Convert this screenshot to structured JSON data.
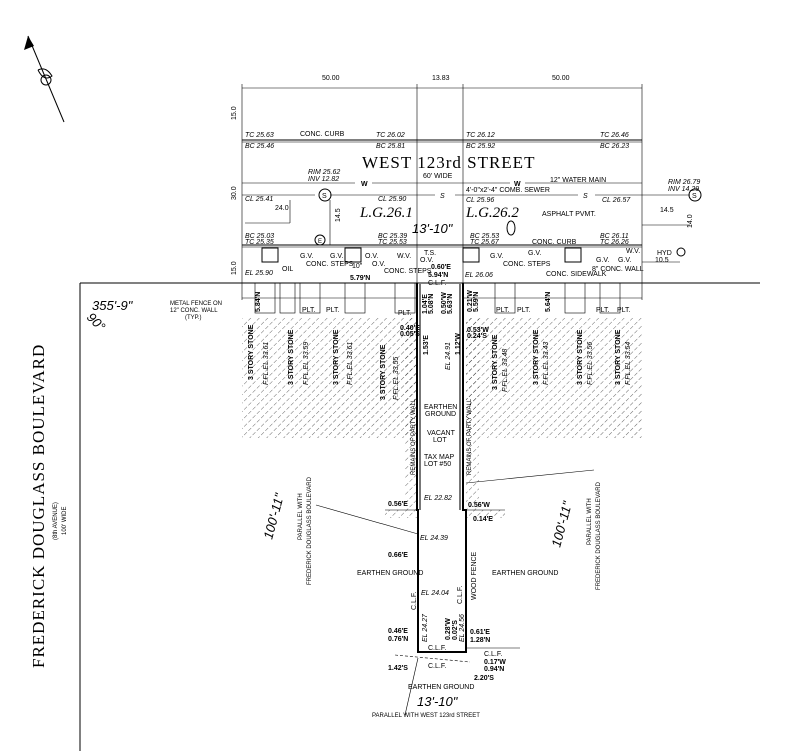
{
  "title": "WEST 123rd STREET",
  "street_width": "60' WIDE",
  "avenue": {
    "name": "FREDERICK DOUGLASS BOULEVARD",
    "alt": "(8th AVENUE)",
    "width": "100' WIDE"
  },
  "top_dims": [
    "50.00",
    "13.83",
    "50.00"
  ],
  "side_dims": [
    "15.0",
    "30.0",
    "15.0",
    "24.0",
    "14.5",
    "14.5",
    "14.0",
    "10.5"
  ],
  "north_curb": [
    "TC 25.63",
    "BC 25.46",
    "CONC. CURB",
    "TC 26.02",
    "BC 25.81",
    "TC 26.12",
    "BC 25.92",
    "TC 26.46",
    "BC 26.23"
  ],
  "utilities": [
    "RIM 25.62",
    "INV 12.82",
    "W",
    "W",
    "12\" WATER MAIN",
    "4'-0\"x2'-4\" COMB. SEWER",
    "S",
    "S",
    "RIM 26.79",
    "INV 14.29",
    "ASPHALT PVMT."
  ],
  "centerline": [
    "CL 25.41",
    "CL 25.90",
    "CL 25.96",
    "CL 26.57"
  ],
  "lot_grades": [
    "L.G.26.1",
    "L.G.26.2"
  ],
  "frontage": "13'-10\"",
  "south_curb": [
    "BC 25.03",
    "TC 25.35",
    "BC 25.39",
    "TC 25.53",
    "BC 25.53",
    "TC 25.67",
    "BC 26.11",
    "TC 26.26",
    "CONC. CURB",
    "HYD"
  ],
  "sidewalk": [
    "EL 25.90",
    "OIL",
    "G.V.",
    "G.V.",
    "CONC. STEPS",
    "10\"",
    "O.V.",
    "O.V.",
    "W.V.",
    "CONC. STEPS",
    "T.S.",
    "O.V.",
    "0.60'E",
    "5.94'N",
    "5.79'N",
    "EL 26.06",
    "G.V.",
    "G.V.",
    "CONC. STEPS",
    "CONC. SIDEWALK",
    "8\" CONC. WALL",
    "G.V.",
    "G.V.",
    "W.V.",
    "C.L.F.",
    "5.84'N",
    "5.64'N",
    "1.04'E",
    "5.08'N",
    "0.50'W",
    "5.63'N",
    "0.21'W",
    "5.59'N",
    "1.53'E",
    "1.12'W",
    "EL 24.91",
    "0.40'E",
    "0.05'S",
    "0.53'W",
    "0.24'S"
  ],
  "plt": "PLT.",
  "buildings": [
    {
      "label": "3 STORY STONE",
      "ffl": "F.FL.EL 33.61"
    },
    {
      "label": "3 STORY STONE",
      "ffl": "F.FL.EL 33.59"
    },
    {
      "label": "3 STORY STONE",
      "ffl": "F.FL.EL 33.61"
    },
    {
      "label": "3 STORY STONE",
      "ffl": "F.FL.EL 33.55"
    },
    {
      "label": "3 STORY STONE",
      "ffl": "F.FL.EL 33.48"
    },
    {
      "label": "3 STORY STONE",
      "ffl": "F.FL.EL 33.43"
    },
    {
      "label": "3 STORY STONE",
      "ffl": "F.FL.EL 33.56"
    },
    {
      "label": "3 STORY STONE",
      "ffl": "F.FL.EL 33.54"
    }
  ],
  "corner": {
    "distance": "355'-9\"",
    "angle": "90°",
    "fence_note": [
      "METAL FENCE ON",
      "12\" CONC. WALL",
      "(TYP.)"
    ]
  },
  "lot": {
    "party_wall": "REMAINS OF PARTY WALL",
    "notes": [
      "EARTHEN",
      "GROUND",
      "VACANT",
      "LOT",
      "TAX MAP",
      "LOT #50"
    ],
    "elevations": [
      "EL 22.82",
      "EL 24.39",
      "EL 24.04",
      "EL 24.27",
      "EL 24.56"
    ],
    "offsets": [
      "0.56'E",
      "0.56'W",
      "0.14'E",
      "0.66'E",
      "0.46'E",
      "0.76'N",
      "0.61'E",
      "1.28'N",
      "0.17'W",
      "0.94'N",
      "1.42'S",
      "2.20'S",
      "0.28'W",
      "0.02'S"
    ],
    "fences": [
      "C.L.F.",
      "C.L.F.",
      "C.L.F.",
      "C.L.F.",
      "C.L.F.",
      "WOOD FENCE"
    ],
    "earthen": "EARTHEN GROUND",
    "depth": "100'-11\"",
    "parallel_ave": [
      "PARALLEL WITH",
      "FREDERICK DOUGLASS BOULEVARD"
    ],
    "rear_width": "13'-10\"",
    "parallel_st": "PARALLEL WITH WEST 123rd STREET"
  }
}
